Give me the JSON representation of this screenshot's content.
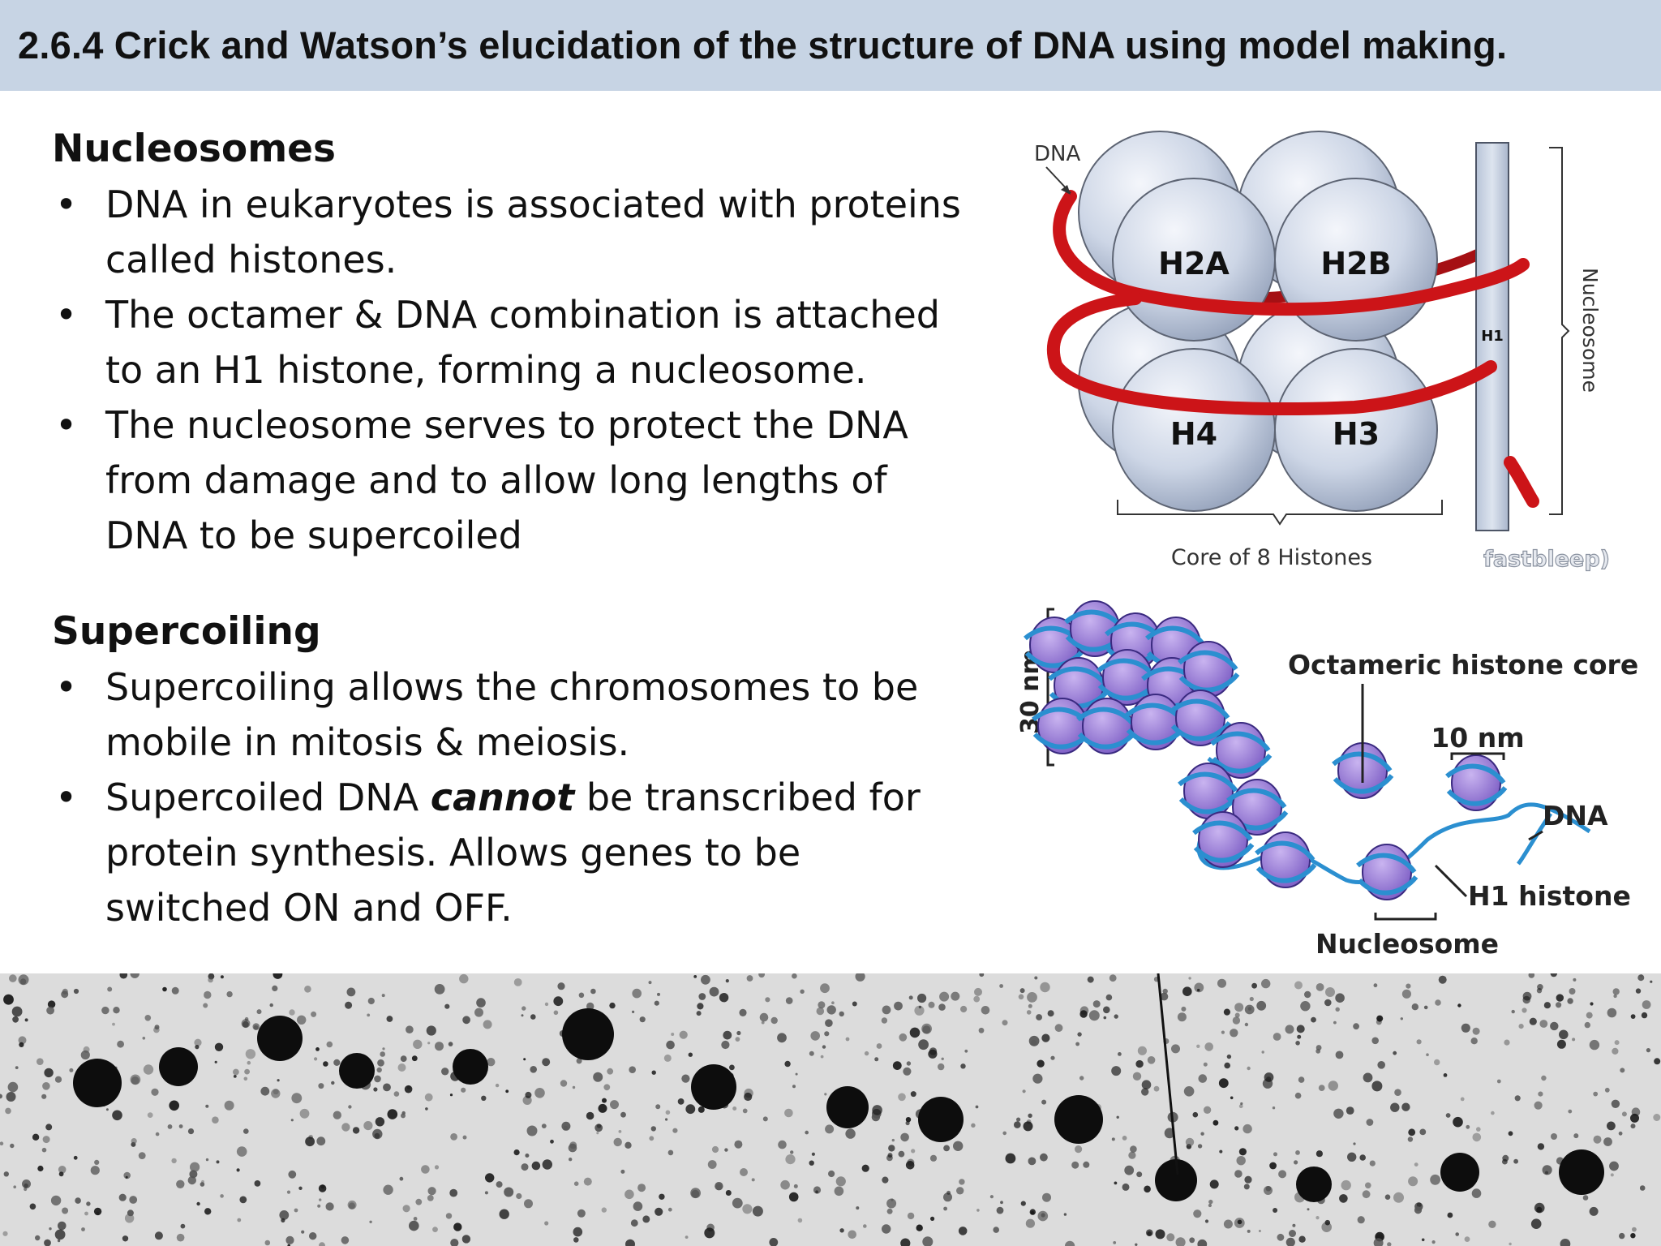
{
  "title": "2.6.4 Crick and Watson’s elucidation of the structure of DNA using model making.",
  "nucleosomes": {
    "heading": "Nucleosomes",
    "bullets": [
      "DNA in eukaryotes is associated with proteins called histones.",
      "The octamer & DNA combination is attached to an H1 histone, forming a nucleosome.",
      "The nucleosome serves to protect the DNA from damage and to allow long lengths of DNA to be supercoiled"
    ]
  },
  "supercoiling": {
    "heading": "Supercoiling",
    "bullet1": "Supercoiling allows the chromosomes to be mobile in mitosis & meiosis.",
    "bullet2_before": "Supercoiled DNA ",
    "bullet2_emph": "cannot",
    "bullet2_after": " be transcribed for protein synthesis. Allows genes to be switched ON and OFF."
  },
  "diagram1": {
    "dna_label": "DNA",
    "histones": [
      "H2A",
      "H2B",
      "H4",
      "H3"
    ],
    "h1_label": "H1",
    "nucleosome_label": "Nucleosome",
    "core_label": "Core of 8 Histones",
    "logo_text": "fastbleep)"
  },
  "diagram2": {
    "scale_30nm": "30 nm",
    "octameric_label": "Octameric histone core",
    "scale_10nm": "10 nm",
    "dna_label": "DNA",
    "h1_histone_label": "H1 histone",
    "nucleosome_label": "Nucleosome"
  },
  "colors": {
    "title_bar": "#c7d4e4",
    "dna_red": "#cc1418",
    "histone_fill": "#cdd6e6",
    "coil_blue": "#2b8fd0",
    "core_purple": "#8b6fc9"
  }
}
